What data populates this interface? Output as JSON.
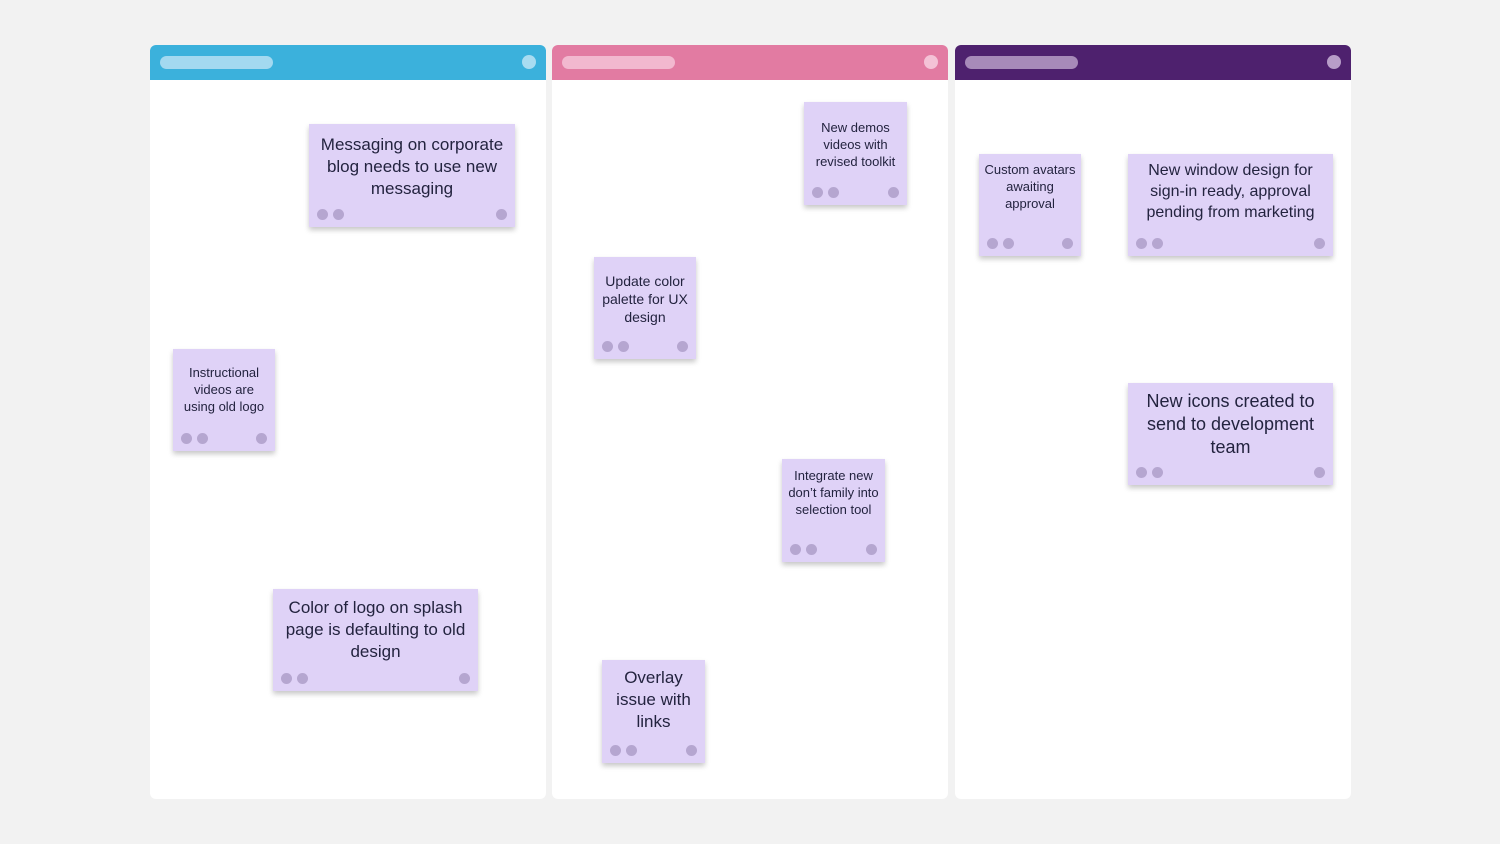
{
  "columns": [
    {
      "color": "#3bb1dc"
    },
    {
      "color": "#e27ba2"
    },
    {
      "color": "#4e216e"
    }
  ],
  "notes": {
    "messaging_blog": "Messaging on corporate blog needs to use new messaging",
    "instructional_videos": "Instructional videos are using old logo",
    "splash_logo": "Color of logo on splash page is defaulting to old design",
    "new_demos": "New demos videos with revised toolkit",
    "update_palette": "Update color palette for UX design",
    "integrate_font": "Integrate new don’t family into selection tool",
    "overlay_issue": "Overlay issue with links",
    "custom_avatars": "Custom avatars awaiting approval",
    "window_design": "New window design for sign-in ready, approval pending from marketing",
    "new_icons": "New icons created to send to development team"
  },
  "note_color": "#dfd2f7"
}
